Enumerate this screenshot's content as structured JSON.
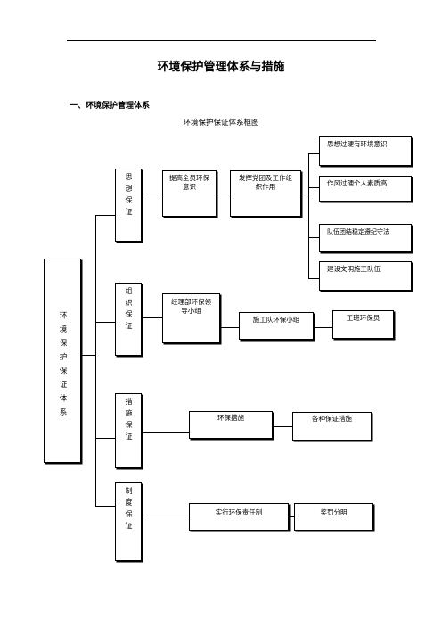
{
  "doc": {
    "title": "环境保护管理体系与措施",
    "section": "一、环境保护管理体系",
    "caption": "环境保护保证体系框图"
  },
  "diagram": {
    "root": "环境保护保证体系",
    "branches": {
      "thought": "思想保证",
      "org": "组织保证",
      "measure": "措施保证",
      "system": "制度保证"
    },
    "nodes": {
      "t1": "提高全员环保意识",
      "t2": "发挥党团及工作组织作用",
      "t3a": "思想过硬有环境意识",
      "t3b": "作风过硬个人素质高",
      "t3c": "队伍团结稳定遵纪守法",
      "t3d": "建设文明施工队伍",
      "o1": "经理部环保领导小组",
      "o2": "施工队环保小组",
      "o3": "工班环保员",
      "m1": "环保措施",
      "m2": "各种保证措施",
      "s1": "实行环保责任制",
      "s2": "奖罚分明"
    }
  }
}
